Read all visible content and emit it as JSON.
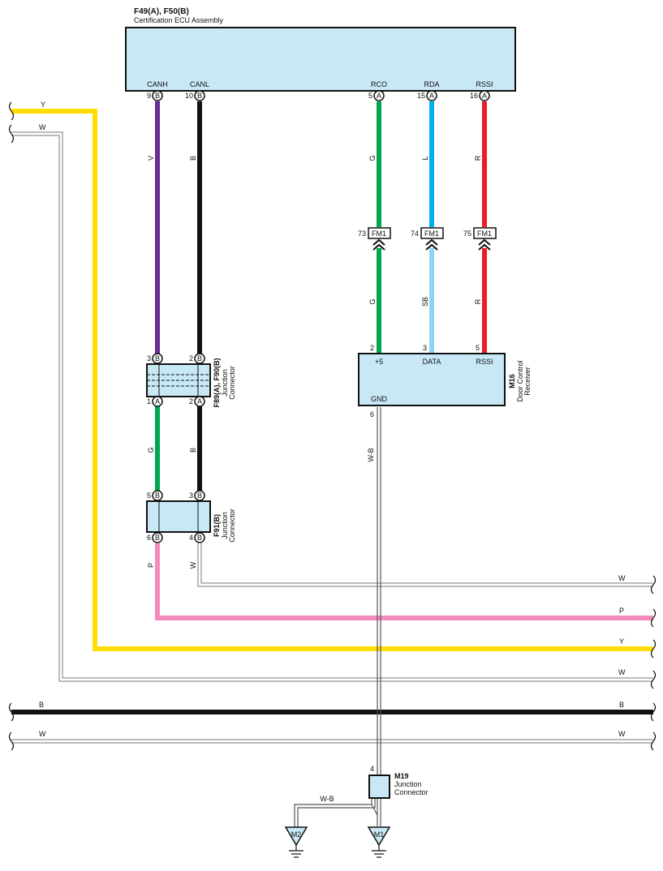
{
  "colors": {
    "Y": "#ffdd00",
    "W_fill": "#ffffff",
    "W_edge": "#777777",
    "P": "#f48bbf",
    "B": "#111111",
    "V": "#6b2c8f",
    "G": "#00a650",
    "L": "#00aeef",
    "R": "#ed1c24",
    "SB": "#8fd4f5",
    "box": "#c8e8f6"
  },
  "ecu": {
    "code": "F49(A), F50(B)",
    "name": "Certification ECU Assembly",
    "pins": {
      "canh": {
        "label": "CANH",
        "num": "9",
        "conn": "B"
      },
      "canl": {
        "label": "CANL",
        "num": "10",
        "conn": "B"
      },
      "rco": {
        "label": "RCO",
        "num": "5",
        "conn": "A"
      },
      "rda": {
        "label": "RDA",
        "num": "15",
        "conn": "A"
      },
      "rssi": {
        "label": "RSSI",
        "num": "16",
        "conn": "A"
      }
    }
  },
  "wires": {
    "canh_upper": "V",
    "canl_upper": "B",
    "rco_upper": "G",
    "rda_upper": "L",
    "rssi_upper": "R",
    "rco_lower": "G",
    "rda_lower": "SB",
    "rssi_lower": "R",
    "j1_left": "G",
    "j1_right": "B",
    "j2_left": "P",
    "j2_right": "W",
    "gnd": "W-B",
    "gnd_branch": "W-B",
    "bus_y": "Y",
    "bus_w1": "W",
    "bus_w2": "W",
    "bus_p": "P",
    "bus_y2": "Y",
    "bus_w3": "W",
    "bus_b": "B",
    "bus_w4": "W"
  },
  "fm1": {
    "label": "FM1",
    "a": "73",
    "b": "74",
    "c": "75"
  },
  "door_receiver": {
    "code": "M16",
    "name_line1": "Door Control",
    "name_line2": "Receiver",
    "pin_plus5": {
      "label": "+5",
      "num": "2"
    },
    "pin_data": {
      "label": "DATA",
      "num": "3"
    },
    "pin_rssi": {
      "label": "RSSI",
      "num": "5"
    },
    "pin_gnd": {
      "label": "GND",
      "num": "6"
    }
  },
  "jc1": {
    "code": "F89(A), F90(B)",
    "name_line1": "Junction",
    "name_line2": "Connector",
    "top_left": {
      "num": "3",
      "conn": "B"
    },
    "top_right": {
      "num": "2",
      "conn": "B"
    },
    "bot_left": {
      "num": "1",
      "conn": "A"
    },
    "bot_right": {
      "num": "2",
      "conn": "A"
    }
  },
  "jc2": {
    "code": "F91(B)",
    "name_line1": "Junction",
    "name_line2": "Connector",
    "top_left": {
      "num": "5",
      "conn": "B"
    },
    "top_right": {
      "num": "3",
      "conn": "B"
    },
    "bot_left": {
      "num": "6",
      "conn": "B"
    },
    "bot_right": {
      "num": "4",
      "conn": "B"
    }
  },
  "jc3": {
    "code": "M19",
    "name_line1": "Junction",
    "name_line2": "Connector",
    "pin": "4"
  },
  "grounds": {
    "m1": "M1",
    "m2": "M2"
  }
}
